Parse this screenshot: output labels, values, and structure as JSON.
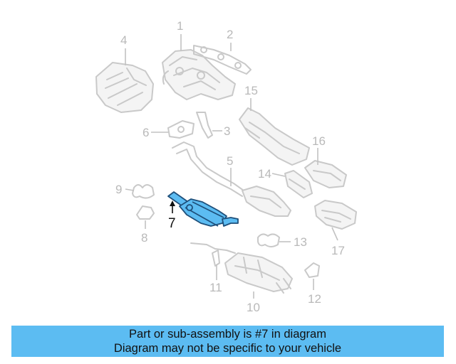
{
  "diagram": {
    "highlight_color": "#5cbcf2",
    "callouts": [
      {
        "id": "1",
        "text": "1"
      },
      {
        "id": "2",
        "text": "2"
      },
      {
        "id": "3",
        "text": "3"
      },
      {
        "id": "4",
        "text": "4"
      },
      {
        "id": "5",
        "text": "5"
      },
      {
        "id": "6",
        "text": "6"
      },
      {
        "id": "7",
        "text": "7"
      },
      {
        "id": "8",
        "text": "8"
      },
      {
        "id": "9",
        "text": "9"
      },
      {
        "id": "10",
        "text": "10"
      },
      {
        "id": "11",
        "text": "11"
      },
      {
        "id": "12",
        "text": "12"
      },
      {
        "id": "13",
        "text": "13"
      },
      {
        "id": "14",
        "text": "14"
      },
      {
        "id": "15",
        "text": "15"
      },
      {
        "id": "16",
        "text": "16"
      },
      {
        "id": "17",
        "text": "17"
      }
    ]
  },
  "banner": {
    "line1": "Part or sub-assembly is #7 in diagram",
    "line2": "Diagram may not be specific to your vehicle",
    "color": "#5cbcf2"
  }
}
